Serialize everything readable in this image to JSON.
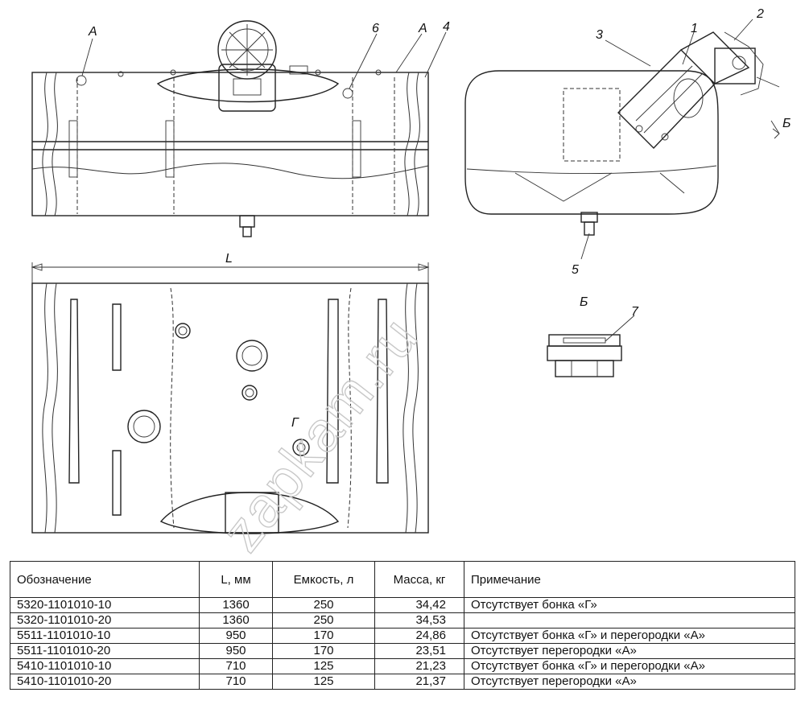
{
  "callouts": {
    "A_left": "А",
    "n6": "6",
    "A_right": "А",
    "n4": "4",
    "n3": "3",
    "n1": "1",
    "n2": "2",
    "B_arrow": "Б",
    "n5": "5",
    "B_view": "Б",
    "n7": "7",
    "L": "L",
    "G": "Г"
  },
  "watermark": "zapkam.ru",
  "table": {
    "headers": [
      "Обозначение",
      "L, мм",
      "Емкость, л",
      "Масса, кг",
      "Примечание"
    ],
    "rows": [
      [
        "5320-1101010-10",
        "1360",
        "250",
        "34,42",
        "Отсутствует бонка «Г»"
      ],
      [
        "5320-1101010-20",
        "1360",
        "250",
        "34,53",
        ""
      ],
      [
        "5511-1101010-10",
        "950",
        "170",
        "24,86",
        "Отсутствует бонка «Г» и перегородки «А»"
      ],
      [
        "5511-1101010-20",
        "950",
        "170",
        "23,51",
        "Отсутствует перегородки «А»"
      ],
      [
        "5410-1101010-10",
        "710",
        "125",
        "21,23",
        "Отсутствует бонка «Г» и перегородки «А»"
      ],
      [
        "5410-1101010-20",
        "710",
        "125",
        "21,37",
        "Отсутствует перегородки «А»"
      ]
    ]
  }
}
